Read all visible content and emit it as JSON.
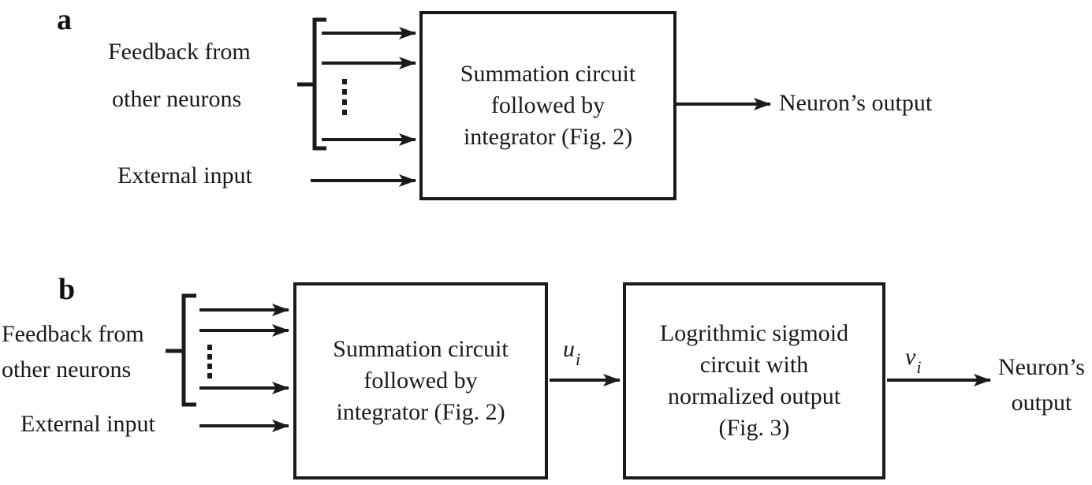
{
  "colors": {
    "ink": "#1a1a1a",
    "background": "#ffffff"
  },
  "diagram_a": {
    "label": "a",
    "feedback_label_line1": "Feedback from",
    "feedback_label_line2": "other neurons",
    "external_input_label": "External input",
    "box": {
      "lines": [
        "Summation circuit",
        "followed by",
        "integrator (Fig. 2)"
      ]
    },
    "output_label": "Neuron’s output"
  },
  "diagram_b": {
    "label": "b",
    "feedback_label_line1": "Feedback from",
    "feedback_label_line2": "other neurons",
    "external_input_label": "External input",
    "box1": {
      "lines": [
        "Summation circuit",
        "followed by",
        "integrator (Fig. 2)"
      ]
    },
    "box2": {
      "lines": [
        "Logrithmic sigmoid",
        "circuit with",
        "normalized output",
        "(Fig. 3)"
      ]
    },
    "u_label": {
      "base": "u",
      "sub": "i"
    },
    "v_label": {
      "base": "v",
      "sub": "i"
    },
    "output_label_line1": "Neuron’s",
    "output_label_line2": "output"
  }
}
